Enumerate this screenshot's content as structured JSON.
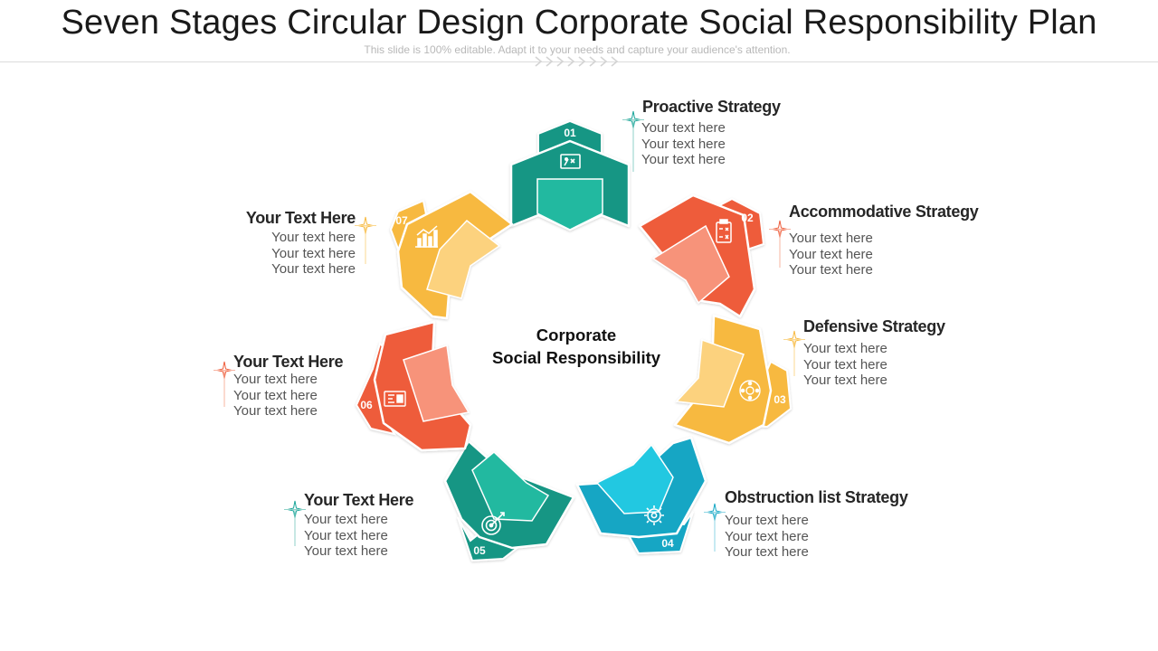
{
  "header": {
    "title": "Seven Stages Circular Design Corporate Social Responsibility Plan",
    "subtitle": "This slide is 100% editable. Adapt it to your needs and capture your audience's attention."
  },
  "center": {
    "line1": "Corporate",
    "line2": "Social  Responsibility"
  },
  "colors": {
    "teal_dark": "#169684",
    "teal_light": "#21b9a0",
    "orange_dark": "#ee5c3a",
    "orange_light": "#f7937a",
    "yellow_dark": "#f7b940",
    "yellow_light": "#fcd27e",
    "cyan_dark": "#13a6c4",
    "cyan_light": "#22c8e1"
  },
  "stages": [
    {
      "number": "01",
      "icon": "presentation-board-icon",
      "color": "teal",
      "title": "Proactive Strategy",
      "lines": [
        "Your text here",
        "Your text here",
        "Your text here"
      ]
    },
    {
      "number": "02",
      "icon": "clipboard-icon",
      "color": "orange",
      "title": "Accommodative Strategy",
      "lines": [
        "Your text here",
        "Your text here",
        "Your text here"
      ]
    },
    {
      "number": "03",
      "icon": "team-circle-icon",
      "color": "yellow",
      "title": "Defensive Strategy",
      "lines": [
        "Your text here",
        "Your text here",
        "Your text here"
      ]
    },
    {
      "number": "04",
      "icon": "gear-icon",
      "color": "cyan",
      "title": "Obstruction list Strategy",
      "lines": [
        "Your text here",
        "Your text here",
        "Your text here"
      ]
    },
    {
      "number": "05",
      "icon": "target-icon",
      "color": "teal",
      "title": "Your Text Here",
      "lines": [
        "Your text here",
        "Your text here",
        "Your text here"
      ]
    },
    {
      "number": "06",
      "icon": "dashboard-icon",
      "color": "orange",
      "title": "Your Text Here",
      "lines": [
        "Your text here",
        "Your text here",
        "Your text here"
      ]
    },
    {
      "number": "07",
      "icon": "bar-chart-icon",
      "color": "yellow",
      "title": "Your Text Here",
      "lines": [
        "Your text here",
        "Your text here",
        "Your text here"
      ]
    }
  ]
}
